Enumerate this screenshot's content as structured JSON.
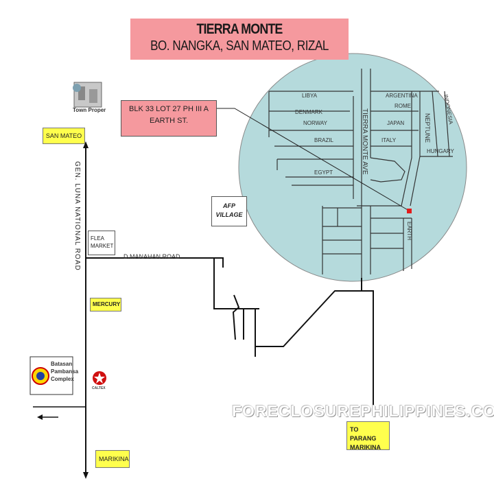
{
  "title": {
    "line1": "TIERRA MONTE",
    "line2": "BO. NANGKA, SAN MATEO, RIZAL"
  },
  "lot_label": {
    "line1": "BLK 33 LOT 27 PH III A",
    "line2": "EARTH ST."
  },
  "landmarks": {
    "town_proper": "Town Proper",
    "san_mateo": "SAN MATEO",
    "flea_market_1": "FLEA",
    "flea_market_2": "MARKET",
    "mercury": "MERCURY",
    "afp_village_1": "AFP",
    "afp_village_2": "VILLAGE",
    "batasan_1": "Batasan",
    "batasan_2": "Pambansa",
    "batasan_3": "Complex",
    "caltex": "CALTEX",
    "marikina": "MARIKINA",
    "to_parang_1": "TO PARANG",
    "to_parang_2": "MARIKINA"
  },
  "roads": {
    "gen_luna": "GEN. LUNA NATIONAL ROAD",
    "dmanahan": "D.MANAHAN ROAD"
  },
  "streets": {
    "libya": "LIBYA",
    "argentina": "ARGENTINA",
    "rome": "ROME",
    "denmark": "DENMARK",
    "norway": "NORWAY",
    "japan": "JAPAN",
    "brazil": "BRAZIL",
    "italy": "ITALY",
    "egypt": "EGYPT",
    "tierra_monte_ave": "TIERRA MONTE AVE",
    "neptune": "NEPTUNE",
    "indonesia": "INDONESIA",
    "hungary": "HUNGARY",
    "earth": "EARTH"
  },
  "watermark": "FORECLOSUREPHILIPPINES.COM",
  "colors": {
    "title_bg": "#f5999e",
    "circle": "#b5dadc",
    "label_yellow": "#ffff4d",
    "marker": "#e31b1b"
  }
}
